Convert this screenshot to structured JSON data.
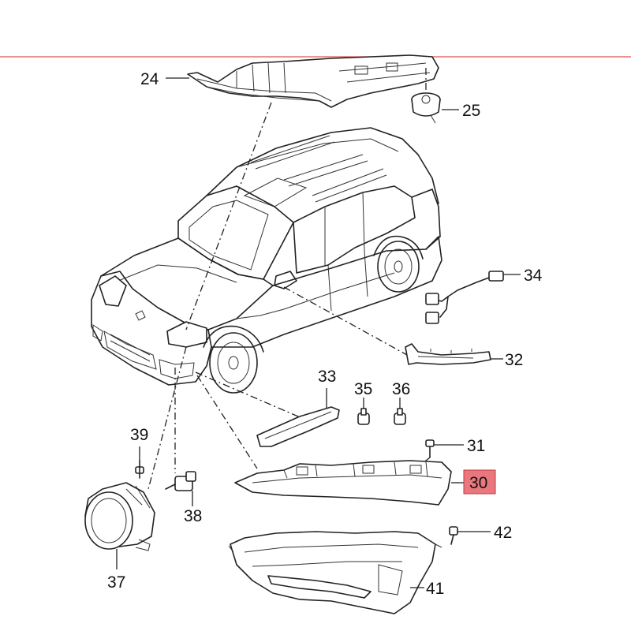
{
  "diagram": {
    "colors": {
      "separator": "#e05050",
      "highlight": "#e8787d",
      "ink": "#222222"
    },
    "callouts": {
      "c24": "24",
      "c25": "25",
      "c34": "34",
      "c32": "32",
      "c33": "33",
      "c35": "35",
      "c36": "36",
      "c31": "31",
      "c30": "30",
      "c39": "39",
      "c38": "38",
      "c37": "37",
      "c42": "42",
      "c41": "41"
    },
    "highlighted_callout": "30"
  }
}
